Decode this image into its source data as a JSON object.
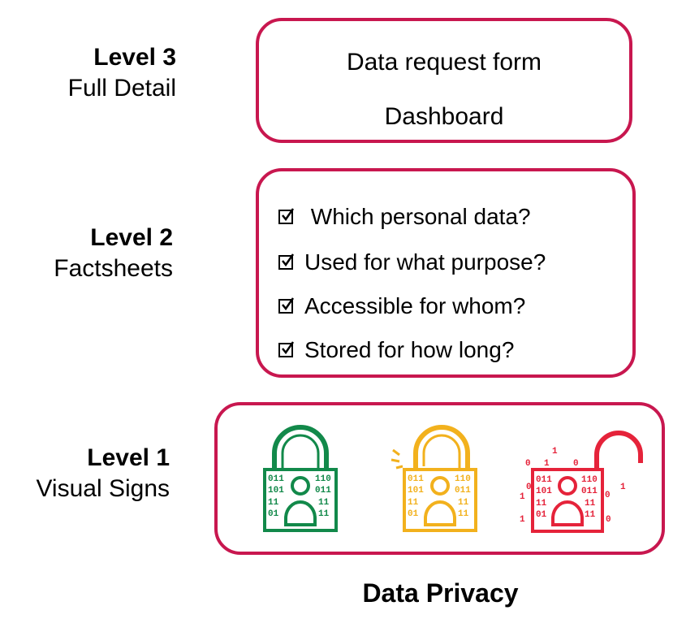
{
  "levels": [
    {
      "level": "Level 3",
      "name": "Full Detail"
    },
    {
      "level": "Level 2",
      "name": "Factsheets"
    },
    {
      "level": "Level 1",
      "name": "Visual Signs"
    }
  ],
  "level3_box": {
    "lines": [
      "Data request form",
      "Dashboard"
    ]
  },
  "level2_box": {
    "items": [
      " Which personal data?",
      "Used for what purpose?",
      "Accessible for whom?",
      "Stored for how long?"
    ]
  },
  "level1_box": {
    "locks": [
      {
        "icon": "closed-lock-icon",
        "color": "#12894a"
      },
      {
        "icon": "partially-open-lock-icon",
        "color": "#f2b11d"
      },
      {
        "icon": "open-lock-icon",
        "color": "#e5233a"
      }
    ],
    "binary_digits": [
      "0",
      "1",
      "1",
      "0",
      "0",
      "1",
      "1",
      "0",
      "1",
      "0"
    ],
    "lock_binary": {
      "left": [
        "011",
        "101",
        "11",
        "01"
      ],
      "right": [
        "110",
        "011",
        "11",
        "11"
      ]
    }
  },
  "colors": {
    "border": "#c8174f"
  },
  "footer": {
    "title": "Data Privacy"
  }
}
